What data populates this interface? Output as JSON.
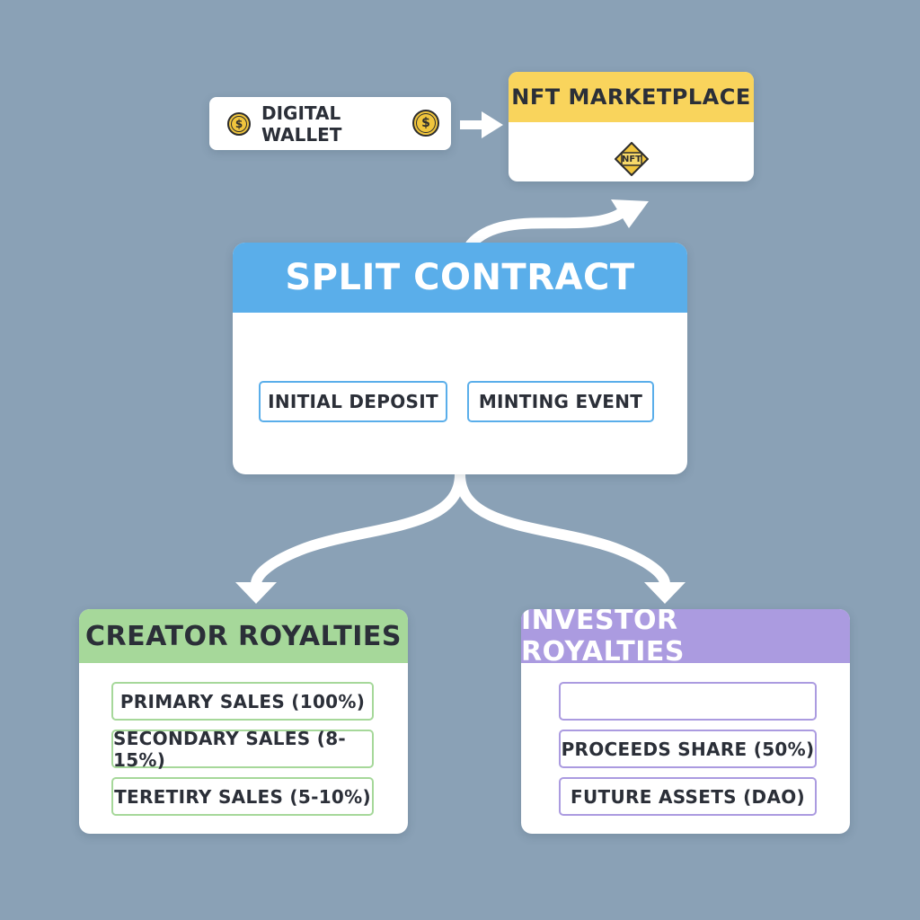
{
  "wallet": {
    "label": "DIGITAL WALLET",
    "icon": "coin-icon"
  },
  "marketplace": {
    "title": "NFT MARKETPLACE",
    "badge": "NFT",
    "header_color": "#f9d45c"
  },
  "split": {
    "title": "SPLIT CONTRACT",
    "header_color": "#5aaeea",
    "items": [
      "INITIAL DEPOSIT",
      "MINTING EVENT"
    ]
  },
  "creator": {
    "title": "CREATOR ROYALTIES",
    "header_color": "#a6d89a",
    "items": [
      "PRIMARY SALES (100%)",
      "SECONDARY SALES (8-15%)",
      "TERETIRY SALES (5-10%)"
    ]
  },
  "investor": {
    "title": "INVESTOR ROYALTIES",
    "header_color": "#ab9be0",
    "items": [
      "",
      "PROCEEDS SHARE (50%)",
      "FUTURE ASSETS (DAO)"
    ]
  }
}
